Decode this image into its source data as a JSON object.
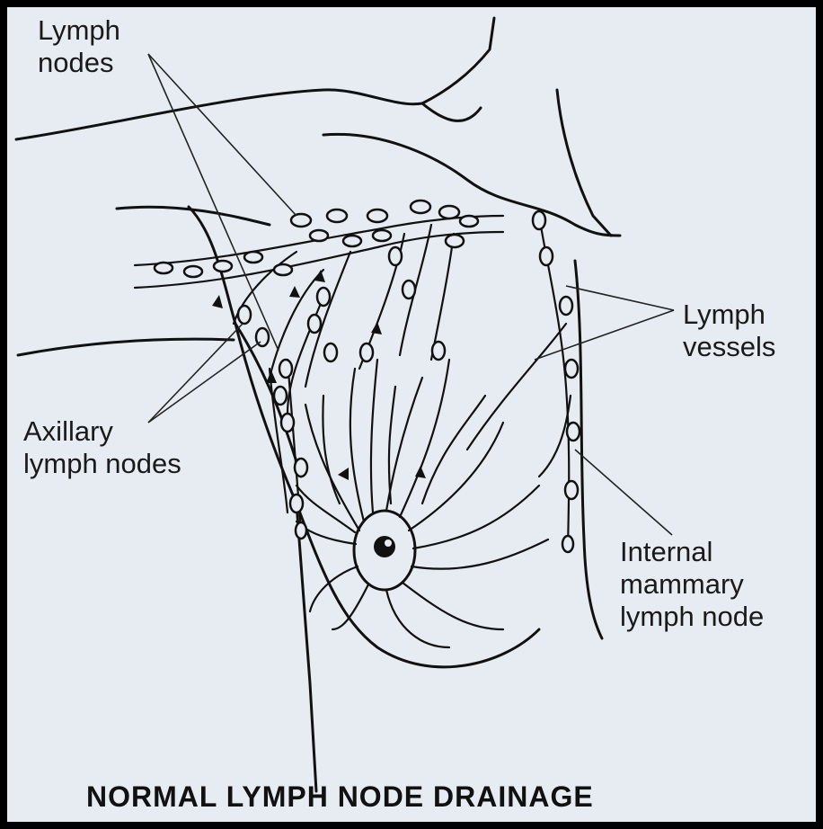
{
  "labels": {
    "lymph_nodes": [
      "Lymph",
      "nodes"
    ],
    "lymph_vessels": [
      "Lymph",
      "vessels"
    ],
    "axillary_lymph_nodes": [
      "Axillary",
      "lymph nodes"
    ],
    "internal_mammary_lymph_node": [
      "Internal",
      "mammary",
      "lymph node"
    ]
  },
  "title": "NORMAL LYMPH NODE DRAINAGE",
  "colors": {
    "background": "#e6ecf2",
    "border": "#000000",
    "ink": "#111111"
  }
}
